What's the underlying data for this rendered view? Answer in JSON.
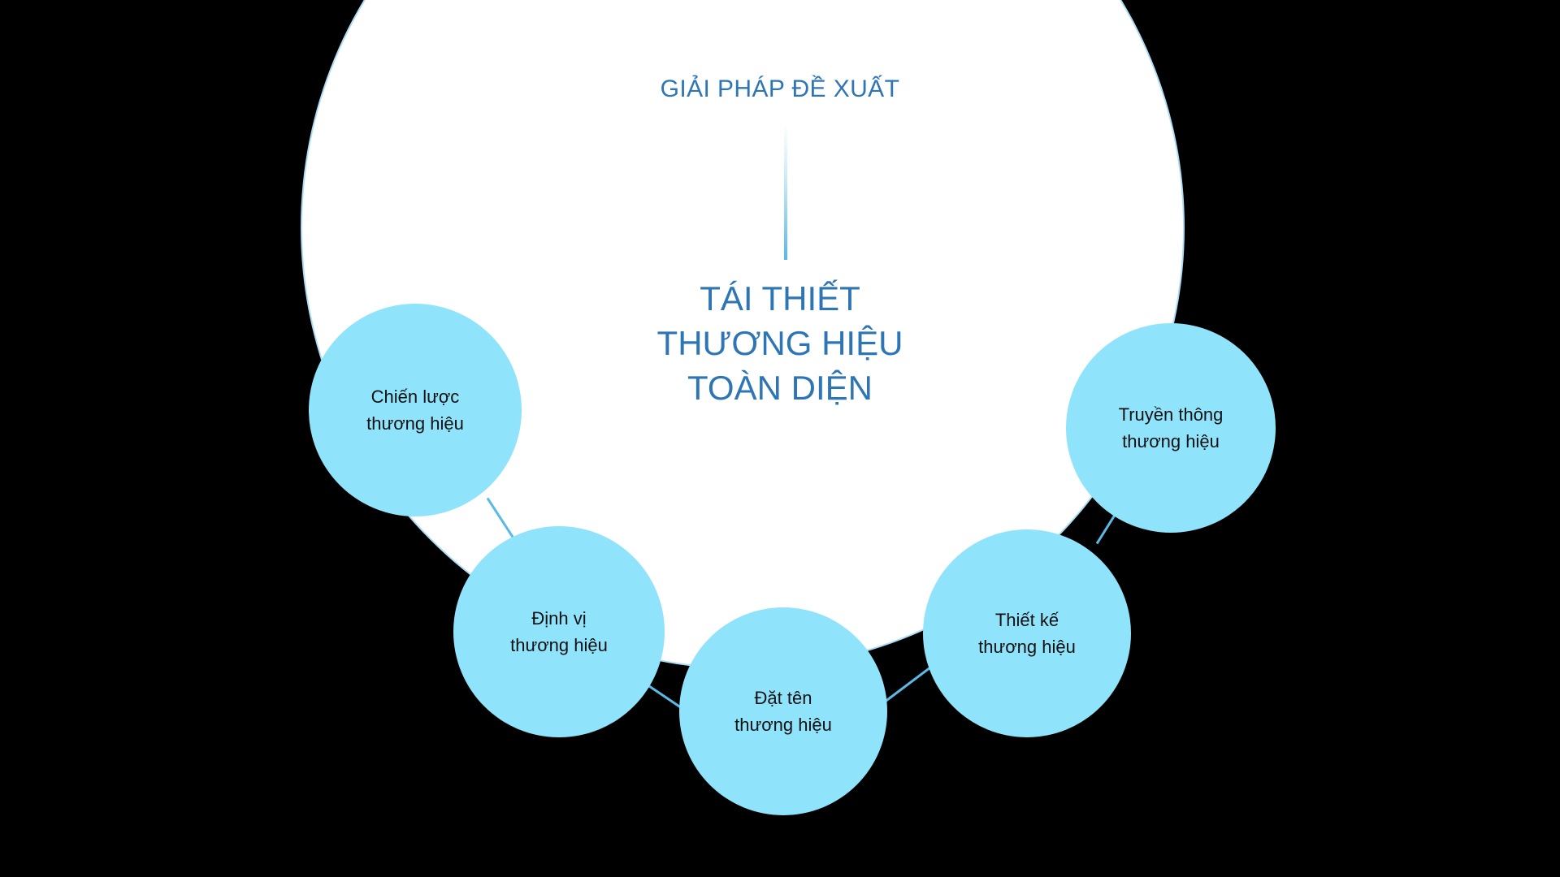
{
  "colors": {
    "background": "#000000",
    "hub_fill": "#FFFFFF",
    "hub_stroke": "#AEDCF5",
    "node_fill": "#8FE3FB",
    "title_blue": "#2E75B6",
    "connector_blue": "#5BB9E6",
    "node_text": "#111111"
  },
  "header": {
    "title": "GIẢI PHÁP ĐỀ XUẤT"
  },
  "center": {
    "line1": "TÁI THIẾT",
    "line2": "THƯƠNG HIỆU",
    "line3": "TOÀN DIỆN"
  },
  "nodes": [
    {
      "id": "chien-luoc-thuong-hieu",
      "line1": "Chiến lược",
      "line2": "thương hiệu"
    },
    {
      "id": "dinh-vi-thuong-hieu",
      "line1": "Định vị",
      "line2": "thương hiệu"
    },
    {
      "id": "dat-ten-thuong-hieu",
      "line1": "Đặt tên",
      "line2": "thương hiệu"
    },
    {
      "id": "thiet-ke-thuong-hieu",
      "line1": "Thiết kế",
      "line2": "thương hiệu"
    },
    {
      "id": "truyen-thong-thuong-hieu",
      "line1": "Truyền thông",
      "line2": "thương hiệu"
    }
  ]
}
